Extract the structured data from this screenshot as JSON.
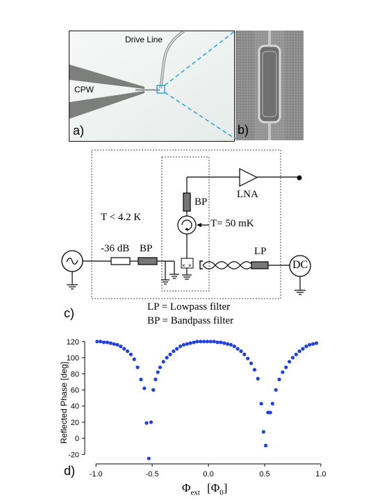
{
  "panel_a": {
    "label": "a)",
    "drive_line_label": "Drive Line",
    "cpw_label": "CPW"
  },
  "panel_b": {
    "label": "b)"
  },
  "panel_c": {
    "label": "c)",
    "attenuator": "-36 dB",
    "bp_input": "BP",
    "bp_output": "BP",
    "lna": "LNA",
    "temp_4k": "T < 4.2 K",
    "temp_50mk": "T= 50 mK",
    "lp": "LP",
    "dc": "DC",
    "legend_lp": "LP = Lowpass filter",
    "legend_bp": "BP = Bandpass filter"
  },
  "panel_d": {
    "label": "d)"
  },
  "chart_data": {
    "type": "scatter",
    "ylabel": "Reflected Phase [deg]",
    "xlabel_main": "Φ",
    "xlabel_sub": "ext",
    "xlabel_unit": "[Φ",
    "xlabel_unit_sub": "0",
    "xlabel_unit_close": "]",
    "xlim": [
      -1.1,
      1.05
    ],
    "ylim": [
      -30,
      125
    ],
    "xticks": [
      -1.0,
      -0.5,
      0.0,
      0.5,
      1.0
    ],
    "xtick_labels": [
      "-1.0",
      "-0.5",
      "0.0",
      "0.5",
      "1.0"
    ],
    "yticks": [
      120,
      100,
      80,
      60,
      40,
      20,
      0,
      -20
    ],
    "ytick_labels": [
      "120",
      "100",
      "80",
      "60",
      "40",
      "20",
      "0",
      "-20"
    ],
    "marker_color": "#1f3fe0",
    "x": [
      -0.99,
      -0.96,
      -0.93,
      -0.9,
      -0.87,
      -0.84,
      -0.81,
      -0.78,
      -0.75,
      -0.72,
      -0.69,
      -0.66,
      -0.63,
      -0.6,
      -0.57,
      -0.55,
      -0.53,
      -0.51,
      -0.49,
      -0.47,
      -0.45,
      -0.43,
      -0.4,
      -0.37,
      -0.34,
      -0.31,
      -0.28,
      -0.25,
      -0.22,
      -0.19,
      -0.16,
      -0.13,
      -0.1,
      -0.07,
      -0.04,
      -0.01,
      0.02,
      0.05,
      0.08,
      0.11,
      0.14,
      0.17,
      0.2,
      0.23,
      0.26,
      0.29,
      0.32,
      0.35,
      0.38,
      0.41,
      0.44,
      0.47,
      0.49,
      0.51,
      0.53,
      0.55,
      0.57,
      0.6,
      0.63,
      0.66,
      0.69,
      0.72,
      0.75,
      0.78,
      0.81,
      0.84,
      0.87,
      0.9,
      0.93,
      0.96
    ],
    "y": [
      120,
      120,
      119,
      119,
      118,
      117,
      116,
      114,
      111,
      108,
      104,
      98,
      88,
      73,
      62,
      19,
      -25,
      20,
      60,
      73,
      82,
      88,
      95,
      100,
      104,
      108,
      111,
      114,
      116,
      117,
      118,
      119,
      120,
      120,
      120,
      120,
      120,
      120,
      119,
      119,
      118,
      117,
      116,
      114,
      111,
      108,
      104,
      99,
      93,
      85,
      74,
      43,
      8,
      -9,
      32,
      32,
      43,
      60,
      73,
      82,
      88,
      95,
      100,
      104,
      108,
      111,
      114,
      116,
      117,
      118
    ]
  }
}
